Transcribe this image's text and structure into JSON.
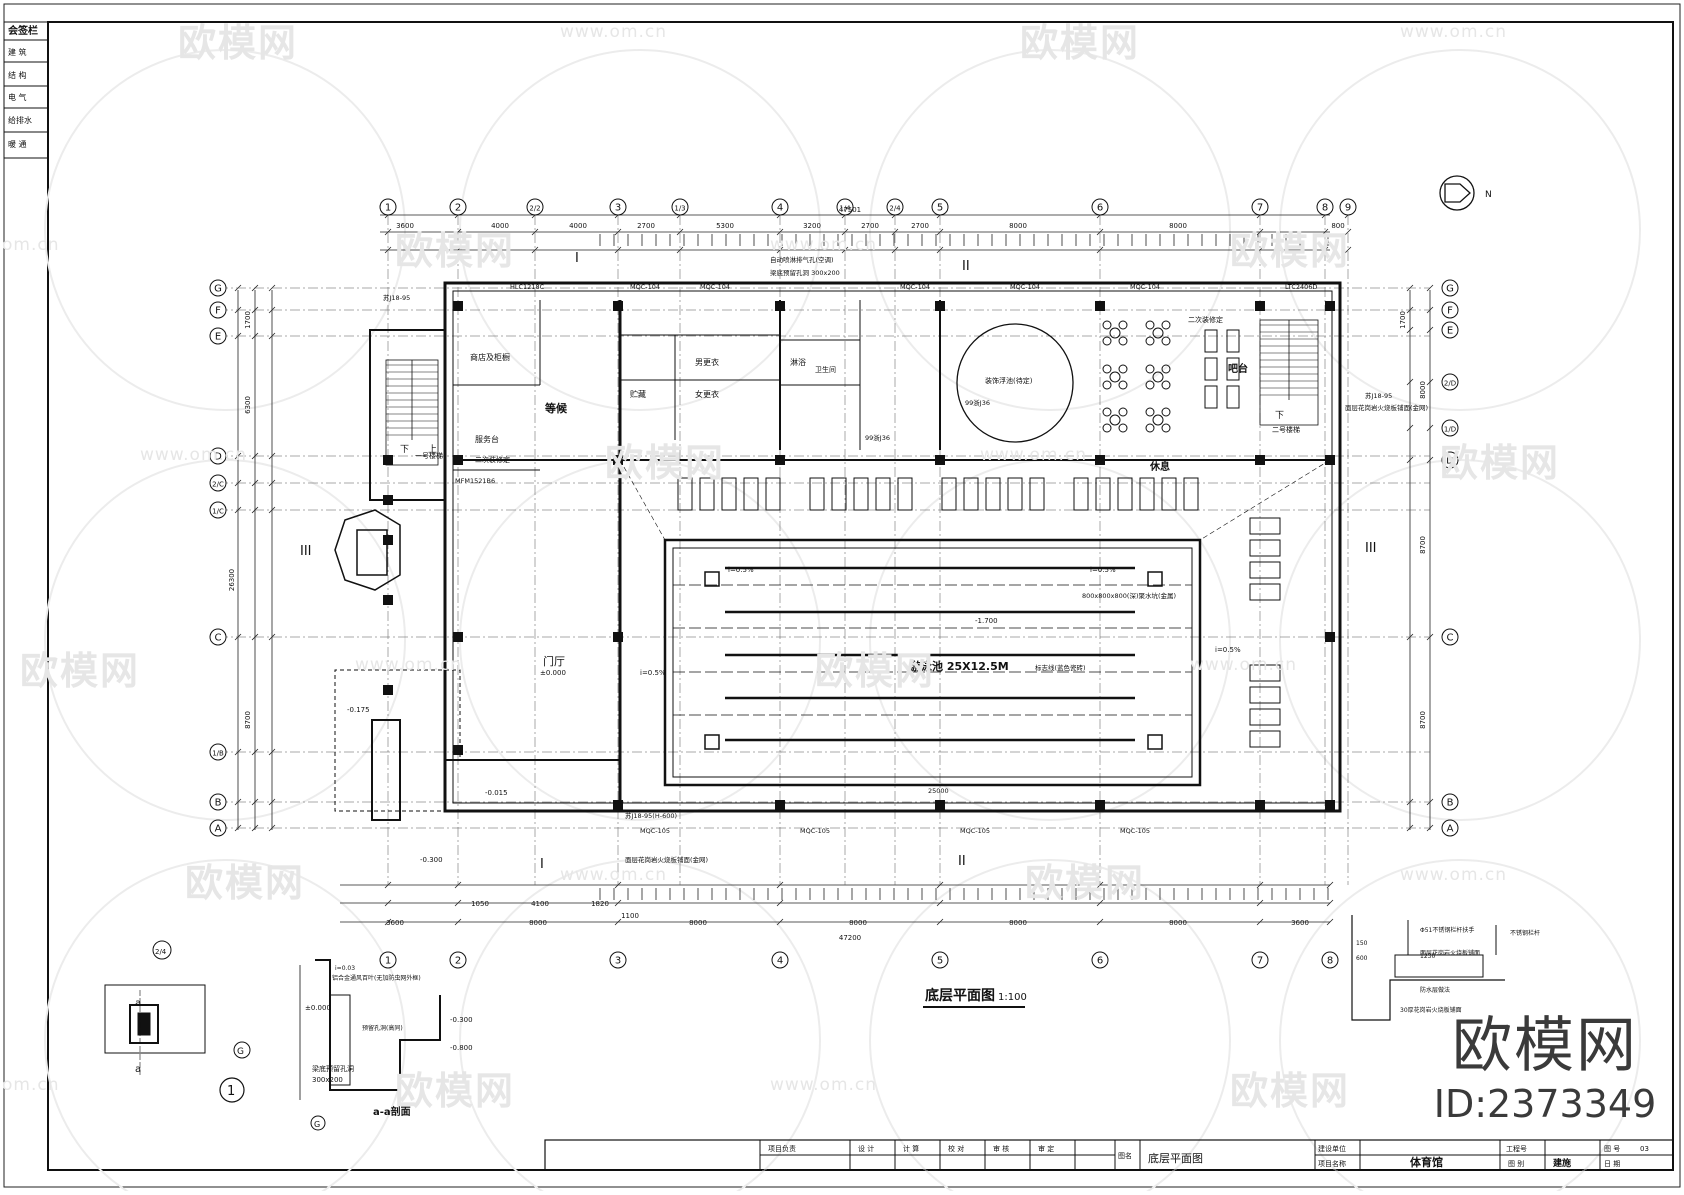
{
  "sign_panel": {
    "title": "会签栏",
    "rows": [
      "建 筑",
      "结 构",
      "电 气",
      "给排水",
      "暖 通"
    ]
  },
  "drawing": {
    "title": "底层平面图",
    "scale": "1:100",
    "north": "N",
    "rooms": [
      {
        "id": "pool",
        "label": "游泳池 25X12.5M"
      },
      {
        "id": "lobby",
        "label": "门厅"
      },
      {
        "id": "waiting",
        "label": "等候"
      },
      {
        "id": "rest",
        "label": "休息"
      },
      {
        "id": "bar",
        "label": "吧台"
      },
      {
        "id": "male-changing",
        "label": "男更衣"
      },
      {
        "id": "female-changing",
        "label": "女更衣"
      },
      {
        "id": "storage",
        "label": "贮藏"
      },
      {
        "id": "service-desk",
        "label": "服务台"
      },
      {
        "id": "shop",
        "label": "商店及柜橱"
      },
      {
        "id": "shower",
        "label": "淋浴"
      },
      {
        "id": "wc",
        "label": "卫生间"
      },
      {
        "id": "decor-pool",
        "label": "装饰浮池(待定)"
      },
      {
        "id": "stair1",
        "label": "一号楼梯"
      },
      {
        "id": "stair2",
        "label": "二号楼梯"
      },
      {
        "id": "stair-renovate",
        "label": "二次装修定"
      },
      {
        "id": "stair-renovate2",
        "label": "二次装修定"
      }
    ],
    "stair_marks": {
      "down1": "下",
      "up1": "上",
      "down2": "下"
    },
    "axis_top": [
      "1",
      "2",
      "2/2",
      "3",
      "1/3",
      "4",
      "1/4",
      "2/4",
      "5",
      "6",
      "7",
      "8",
      "9"
    ],
    "axis_bottom": [
      "1",
      "2",
      "3",
      "4",
      "5",
      "6",
      "7",
      "8"
    ],
    "axis_rows": [
      "G",
      "F",
      "E",
      "D",
      "2/C",
      "1/C",
      "C",
      "1/B",
      "B",
      "A"
    ],
    "axis_rows_right": [
      "G",
      "F",
      "E",
      "2/D",
      "1/D",
      "D",
      "C",
      "B",
      "A"
    ],
    "dims_top": [
      "3600",
      "4000",
      "4000",
      "2700",
      "5300",
      "3200",
      "2700",
      "2700",
      "8000",
      "8000",
      "800"
    ],
    "dims_top_total": "47501",
    "dims_bottom": [
      "3600",
      "8000",
      "8000",
      "8000",
      "8000",
      "8000",
      "3600"
    ],
    "dims_bottom_total": "47200",
    "dims_bottom_inner": [
      "1050",
      "4100",
      "1820",
      "1100"
    ],
    "dims_left": [
      "1700",
      "6300",
      "26300",
      "8700"
    ],
    "dims_right": [
      "1700",
      "8000",
      "8700",
      "8700"
    ],
    "section_marks": [
      "I",
      "I",
      "II",
      "II",
      "III",
      "III"
    ],
    "levels": [
      "±0.000",
      "-0.015",
      "-0.175",
      "-0.300",
      "-1.700",
      "i=0.5%"
    ],
    "notes": {
      "pool_top": "自动喷淋排气孔(空调)",
      "pool_beam": "梁底预留孔洞 300x200",
      "pool_drain": "800x800x800(深)聚水坑(金属)",
      "pool_lane": "标志线(蓝色瓷砖)",
      "pool_dim": "25000",
      "ref_a": "苏J18-95",
      "ref_b": "苏J18-95(H-600)",
      "ref_c": "面层花岗岩火烧板铺面(金网)",
      "ref_d": "99浙J36"
    },
    "windows": [
      "MQC-104",
      "MQC-105",
      "LTC2406D",
      "HLC1218C",
      "MFM1521B6"
    ]
  },
  "details": {
    "detail1": {
      "label": "1",
      "axis": "G",
      "upper": "2/4",
      "section": "a"
    },
    "section_aa": {
      "title": "a-a剖面",
      "axis": "G",
      "notes": [
        "铝合金通风百叶(无加防虫网外框)",
        "预留孔洞(高同)",
        "梁底预留孔洞",
        "300x200",
        "±0.000",
        "-0.300",
        "-0.800",
        "i=0.03"
      ]
    },
    "edge_detail": {
      "notes": [
        "Φ51不锈钢栏杆扶手",
        "不锈钢栏杆",
        "面层花岗岩火烧板铺面",
        "30厚花岗岩火烧板铺面",
        "防水层做法",
        "1230",
        "150",
        "600"
      ]
    }
  },
  "title_block": {
    "roles": [
      "项目负责",
      "设 计",
      "计 算",
      "校 对",
      "审 核",
      "审 定"
    ],
    "drawing_name_label": "图名",
    "drawing_name": "底层平面图",
    "unit_label": "建设单位",
    "project_label": "项目名称",
    "project": "体育馆",
    "job_no_label": "工程号",
    "category_label": "图 别",
    "category": "建施",
    "sheet_no_label": "图 号",
    "sheet_no": "03",
    "date_label": "日 期"
  },
  "watermarks": {
    "logo": "欧模网",
    "url": "www.om.cn",
    "url2": "om.cn"
  },
  "brand": {
    "name": "欧模网",
    "id": "ID:2373349"
  }
}
